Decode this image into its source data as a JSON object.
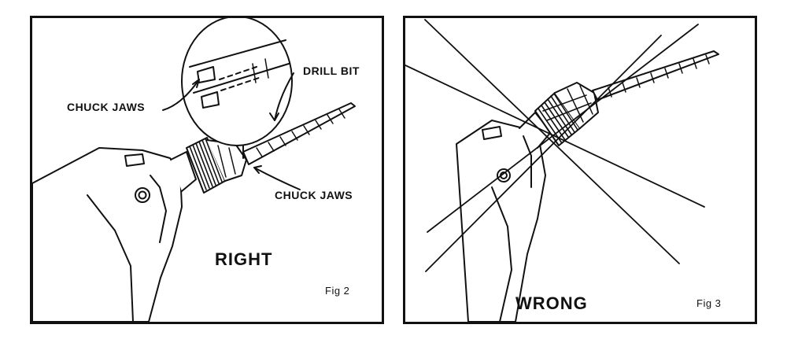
{
  "figure_2": {
    "verdict": "RIGHT",
    "fig_label": "Fig 2",
    "callouts": {
      "drill_bit": "DRILL BIT",
      "chuck_jaws_upper": "CHUCK JAWS",
      "chuck_jaws_lower": "CHUCK JAWS"
    }
  },
  "figure_3": {
    "verdict": "WRONG",
    "fig_label": "Fig 3"
  }
}
